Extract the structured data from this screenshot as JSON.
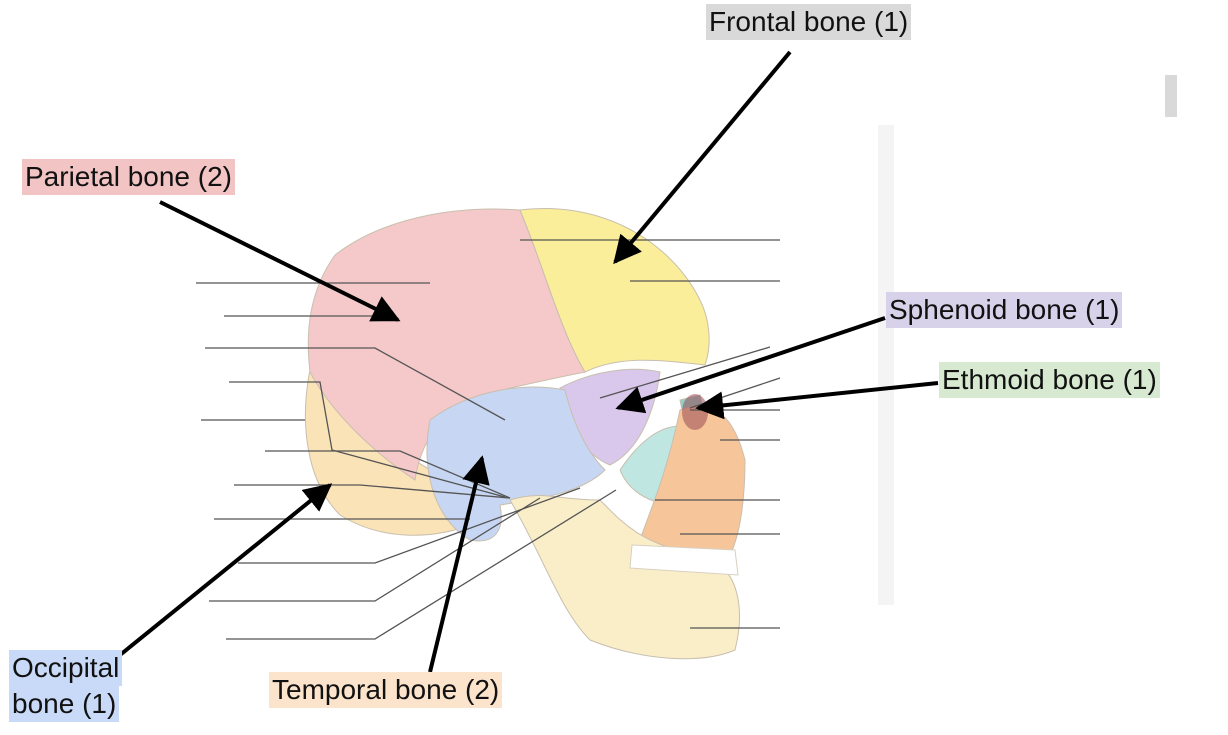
{
  "labels": {
    "frontal": "Frontal bone (1)",
    "parietal": "Parietal bone (2)",
    "sphenoid": "Sphenoid bone (1)",
    "ethmoid": "Ethmoid bone (1)",
    "temporal": "Temporal bone (2)",
    "occipital_line1": "Occipital",
    "occipital_line2": "bone (1)"
  },
  "colors": {
    "frontal": "#fbee9a",
    "parietal": "#f5c9c9",
    "sphenoid": "#d9c7ec",
    "ethmoid": "#8fd0c8",
    "temporal": "#c7d6f2",
    "occipital": "#fbe3b8",
    "maxilla": "#f7c59a",
    "zygomatic": "#bfe6e0",
    "mandible": "#faeec9"
  }
}
